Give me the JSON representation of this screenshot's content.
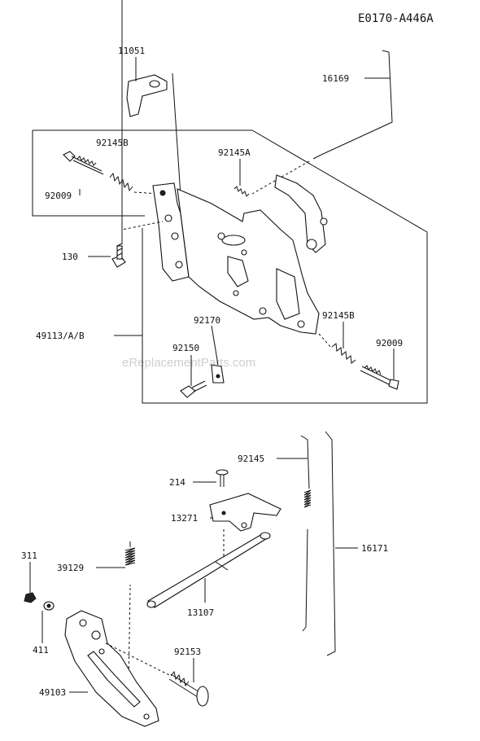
{
  "diagram_code": "E0170-A446A",
  "watermark": "eReplacementParts.com",
  "callouts": {
    "p11051": "11051",
    "p16169": "16169",
    "p92145B_top": "92145B",
    "p92145A": "92145A",
    "p92009_top": "92009",
    "p130": "130",
    "p49113": "49113/A/B",
    "p92170": "92170",
    "p92150": "92150",
    "p92145B_right": "92145B",
    "p92009_right": "92009",
    "p92145": "92145",
    "p214": "214",
    "p13271": "13271",
    "p16171": "16171",
    "p311": "311",
    "p39129": "39129",
    "p13107": "13107",
    "p411": "411",
    "p92153": "92153",
    "p49103": "49103"
  }
}
